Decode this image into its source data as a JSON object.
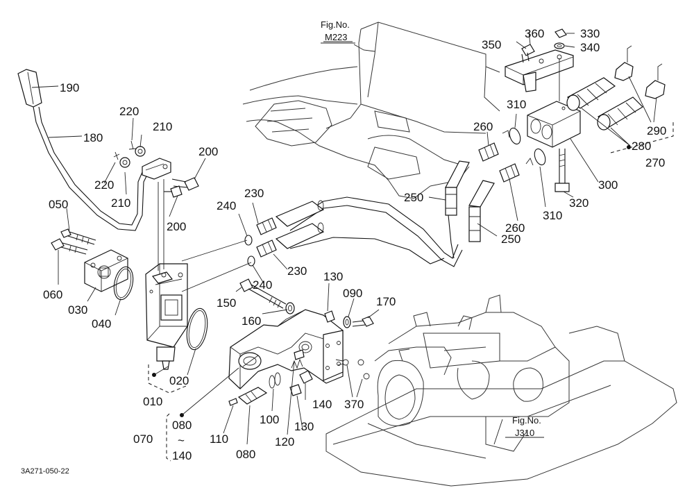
{
  "figure_refs": [
    {
      "title": "Fig.No.",
      "code": "M223"
    },
    {
      "title": "Fig.No.",
      "code": "J310"
    }
  ],
  "drawing_code": "3A271-050-22",
  "group_range": {
    "start": "080",
    "tilde": "~",
    "end": "140"
  },
  "part_labels": {
    "p190": "190",
    "p180": "180",
    "p220a": "220",
    "p210a": "210",
    "p220b": "220",
    "p210b": "210",
    "p200a": "200",
    "p200b": "200",
    "p050": "050",
    "p060": "060",
    "p030": "030",
    "p040": "040",
    "p010": "010",
    "p020": "020",
    "p070": "070",
    "p080": "080",
    "p110": "110",
    "p100": "100",
    "p130a": "130",
    "p120": "120",
    "p140": "140",
    "p130b": "130",
    "p090": "090",
    "p170": "170",
    "p150": "150",
    "p160": "160",
    "p370": "370",
    "p240a": "240",
    "p230a": "230",
    "p230b": "230",
    "p240b": "240",
    "p250a": "250",
    "p250b": "250",
    "p260a": "260",
    "p260b": "260",
    "p310a": "310",
    "p310b": "310",
    "p320": "320",
    "p300": "300",
    "p350": "350",
    "p360": "360",
    "p330": "330",
    "p340": "340",
    "p290": "290",
    "p280": "280",
    "p270": "270"
  }
}
